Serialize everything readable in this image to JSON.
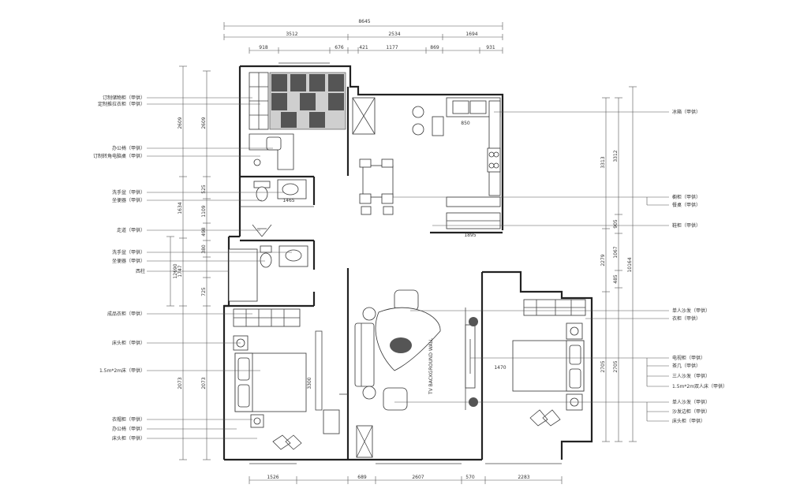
{
  "dimensions": {
    "top_total": "8645",
    "top_segments": [
      "3512",
      "2534",
      "1694"
    ],
    "top_small": [
      "918",
      "676",
      "421",
      "1177",
      "869",
      "931"
    ],
    "bottom": [
      "1526",
      "689",
      "2607",
      "570",
      "2283"
    ],
    "left_outer": [
      "2609",
      "1634",
      "1747",
      "2073"
    ],
    "left_inner": [
      "2609",
      "525",
      "1109",
      "498",
      "380",
      "725",
      "2073"
    ],
    "left_combo": "12690",
    "right_outer": [
      "3313",
      "2279",
      "2705"
    ],
    "right_inner": [
      "3312",
      "905",
      "1067",
      "485",
      "2705"
    ],
    "right_total": "10164",
    "plan_small": [
      "850",
      "1465",
      "1895",
      "3300",
      "1470"
    ]
  },
  "left_labels": [
    "订制储物柜（甲供）",
    "定制推拉衣柜（甲供）",
    "办公椅（甲供）",
    "订制转角电脑桌（甲供）",
    "洗手盆（甲供）",
    "坐便器（甲供）",
    "走道（甲供）",
    "洗手盆（甲供）",
    "坐便器（甲供）",
    "西柱",
    "成品衣柜（甲供）",
    "床头柜（甲供）",
    "1.5m*2m床（甲供）",
    "衣帽柜（甲供）",
    "办公椅（甲供）",
    "床头柜（甲供）"
  ],
  "right_labels": [
    "冰箱（甲供）",
    "橱柜（甲供）",
    "餐桌（甲供）",
    "鞋柜（甲供）",
    "单人沙发（甲供）",
    "衣柜（甲供）",
    "电视柜（甲供）",
    "茶几（甲供）",
    "三人沙发（甲供）",
    "1.5m*2m双人床（甲供）",
    "单人沙发（甲供）",
    "沙发边柜（甲供）",
    "床头柜（甲供）"
  ],
  "tv_wall_text": "TV BACKGROUND WALL"
}
